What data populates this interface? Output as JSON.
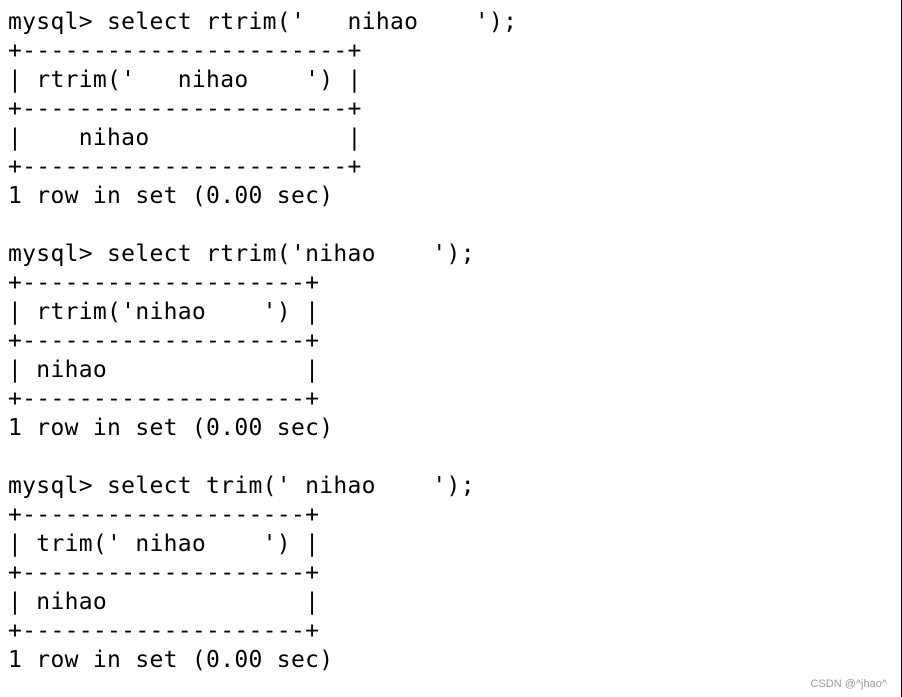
{
  "terminal": {
    "lines": [
      "mysql> select rtrim('   nihao    ');",
      "+-----------------------+",
      "| rtrim('   nihao    ') |",
      "+-----------------------+",
      "|    nihao              |",
      "+-----------------------+",
      "1 row in set (0.00 sec)",
      "",
      "mysql> select rtrim('nihao    ');",
      "+--------------------+",
      "| rtrim('nihao    ') |",
      "+--------------------+",
      "| nihao              |",
      "+--------------------+",
      "1 row in set (0.00 sec)",
      "",
      "mysql> select trim(' nihao    ');",
      "+--------------------+",
      "| trim(' nihao    ') |",
      "+--------------------+",
      "| nihao              |",
      "+--------------------+",
      "1 row in set (0.00 sec)"
    ]
  },
  "watermark": "CSDN @^jhao^"
}
